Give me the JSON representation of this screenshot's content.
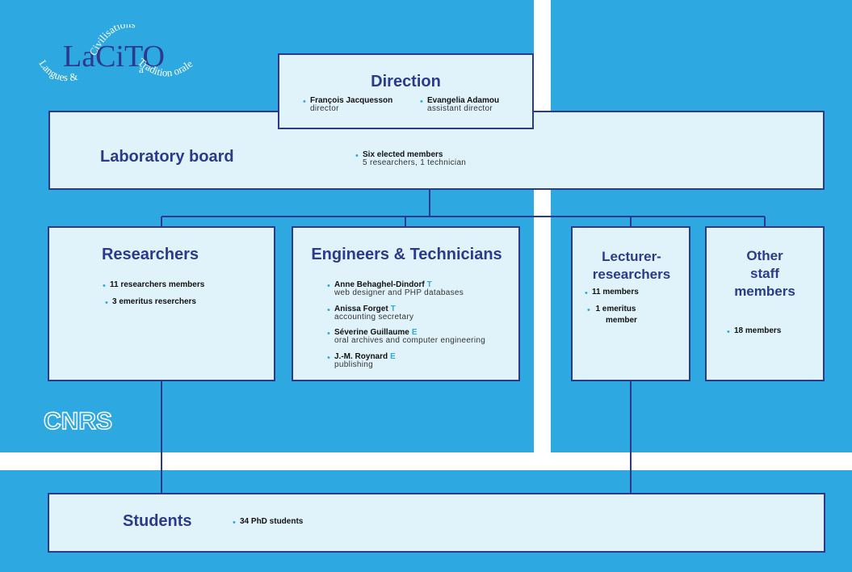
{
  "logo": {
    "main": "LaCiTO",
    "arc_left": "Langues &",
    "arc_top": "Civilisations",
    "arc_a": "à",
    "arc_right": "Tradition orale"
  },
  "cnrs_label": "CNRS",
  "direction": {
    "title": "Direction",
    "people": [
      {
        "name": "François Jacquesson",
        "role": "director"
      },
      {
        "name": "Evangelia Adamou",
        "role": "assistant director"
      }
    ]
  },
  "board": {
    "title": "Laboratory board",
    "item_name": "Six elected members",
    "item_sub": "5 researchers, 1 technician"
  },
  "researchers": {
    "title": "Researchers",
    "items": [
      "11 researchers members",
      "3 emeritus reserchers"
    ]
  },
  "engineers": {
    "title": "Engineers & Technicians",
    "people": [
      {
        "name": "Anne Behaghel-Dindorf",
        "cat": "T",
        "role": "web designer and PHP databases"
      },
      {
        "name": "Anissa Forget",
        "cat": "T",
        "role": "accounting secretary"
      },
      {
        "name": "Séverine Guillaume",
        "cat": "E",
        "role": "oral archives and computer engineering"
      },
      {
        "name": "J.-M. Roynard",
        "cat": "E",
        "role": "publishing"
      }
    ]
  },
  "lecturers": {
    "title_line1": "Lecturer-",
    "title_line2": "researchers",
    "item1": "11 members",
    "item2_line1": "1 emeritus",
    "item2_line2": "member"
  },
  "other": {
    "title_line1": "Other",
    "title_line2": "staff",
    "title_line3": "members",
    "item": "18 members"
  },
  "students": {
    "title": "Students",
    "item": "34 PhD students"
  },
  "colors": {
    "zone_blue": "#2ea8e0",
    "box_fill": "#e0f3fb",
    "border_navy": "#2b3a8c"
  }
}
